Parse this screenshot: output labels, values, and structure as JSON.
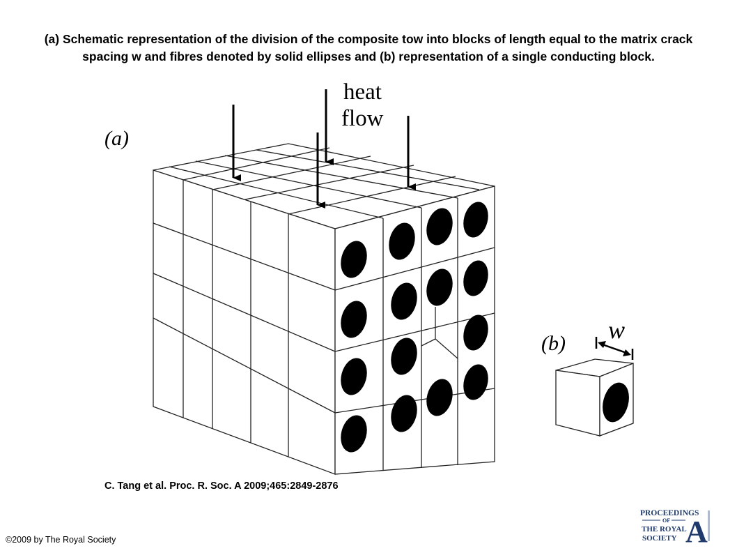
{
  "caption": "(a) Schematic representation of the division of the composite tow into blocks of length equal to the matrix crack spacing w and fibres denoted by solid ellipses and (b) representation of a single conducting block.",
  "figure": {
    "label_a": "(a)",
    "label_b": "(b)",
    "heat_word": "heat",
    "flow_word": "flow",
    "dimension_label": "w"
  },
  "citation": "C. Tang et al. Proc. R. Soc. A 2009;465:2849-2876",
  "copyright": "©2009 by The Royal Society",
  "logo": {
    "line1": "PROCEEDINGS",
    "line2": "OF",
    "line3": "THE ROYAL",
    "line4": "SOCIETY",
    "letter": "A",
    "color": "#1f3a6b"
  }
}
